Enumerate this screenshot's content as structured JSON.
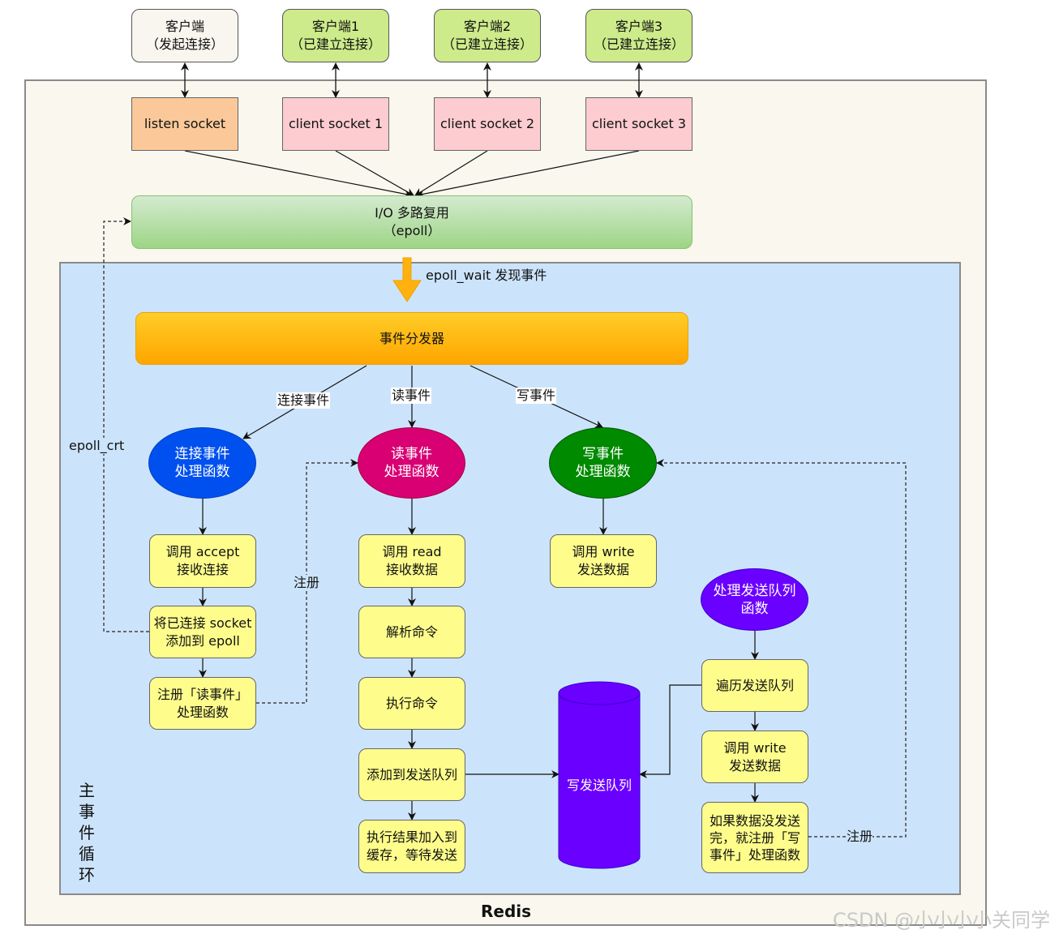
{
  "clients": [
    {
      "title": "客户端",
      "subtitle": "（发起连接）"
    },
    {
      "title": "客户端1",
      "subtitle": "（已建立连接）"
    },
    {
      "title": "客户端2",
      "subtitle": "（已建立连接）"
    },
    {
      "title": "客户端3",
      "subtitle": "（已建立连接）"
    }
  ],
  "sockets": [
    "listen socket",
    "client socket 1",
    "client socket 2",
    "client socket 3"
  ],
  "io_multiplex": {
    "line1": "I/O 多路复用",
    "line2": "（epoll）"
  },
  "epoll_wait_label": "epoll_wait 发现事件",
  "dispatcher": "事件分发器",
  "event_labels": {
    "connect": "连接事件",
    "read": "读事件",
    "write": "写事件"
  },
  "handlers": {
    "connect": "连接事件\n处理函数",
    "read": "读事件\n处理函数",
    "write": "写事件\n处理函数",
    "send_queue": "处理发送队列\n函数"
  },
  "connect_steps": [
    "调用 accept\n接收连接",
    "将已连接 socket\n添加到 epoll",
    "注册「读事件」\n处理函数"
  ],
  "read_steps": [
    "调用 read\n接收数据",
    "解析命令",
    "执行命令",
    "添加到发送队列",
    "执行结果加入到\n缓存，等待发送"
  ],
  "write_steps": [
    "调用 write\n发送数据"
  ],
  "queue_steps": [
    "遍历发送队列",
    "调用 write\n发送数据",
    "如果数据没发送\n完，就注册「写\n事件」处理函数"
  ],
  "write_queue": "写发送队列",
  "epoll_crt_label": "epoll_crt",
  "register_label": "注册",
  "main_loop_label": "主\n事\n件\n循\n环",
  "container_label": "Redis",
  "watermark": "CSDN @小小小小关同学",
  "colors": {
    "connect_handler": "#0050ef",
    "read_handler": "#d80073",
    "write_handler": "#008a00",
    "send_queue_handler": "#6a00ff",
    "write_queue": "#6a00ff",
    "step_fill": "#fefd8c",
    "dispatcher": "#ffb000",
    "io_multiplex": "#a9d98f"
  }
}
